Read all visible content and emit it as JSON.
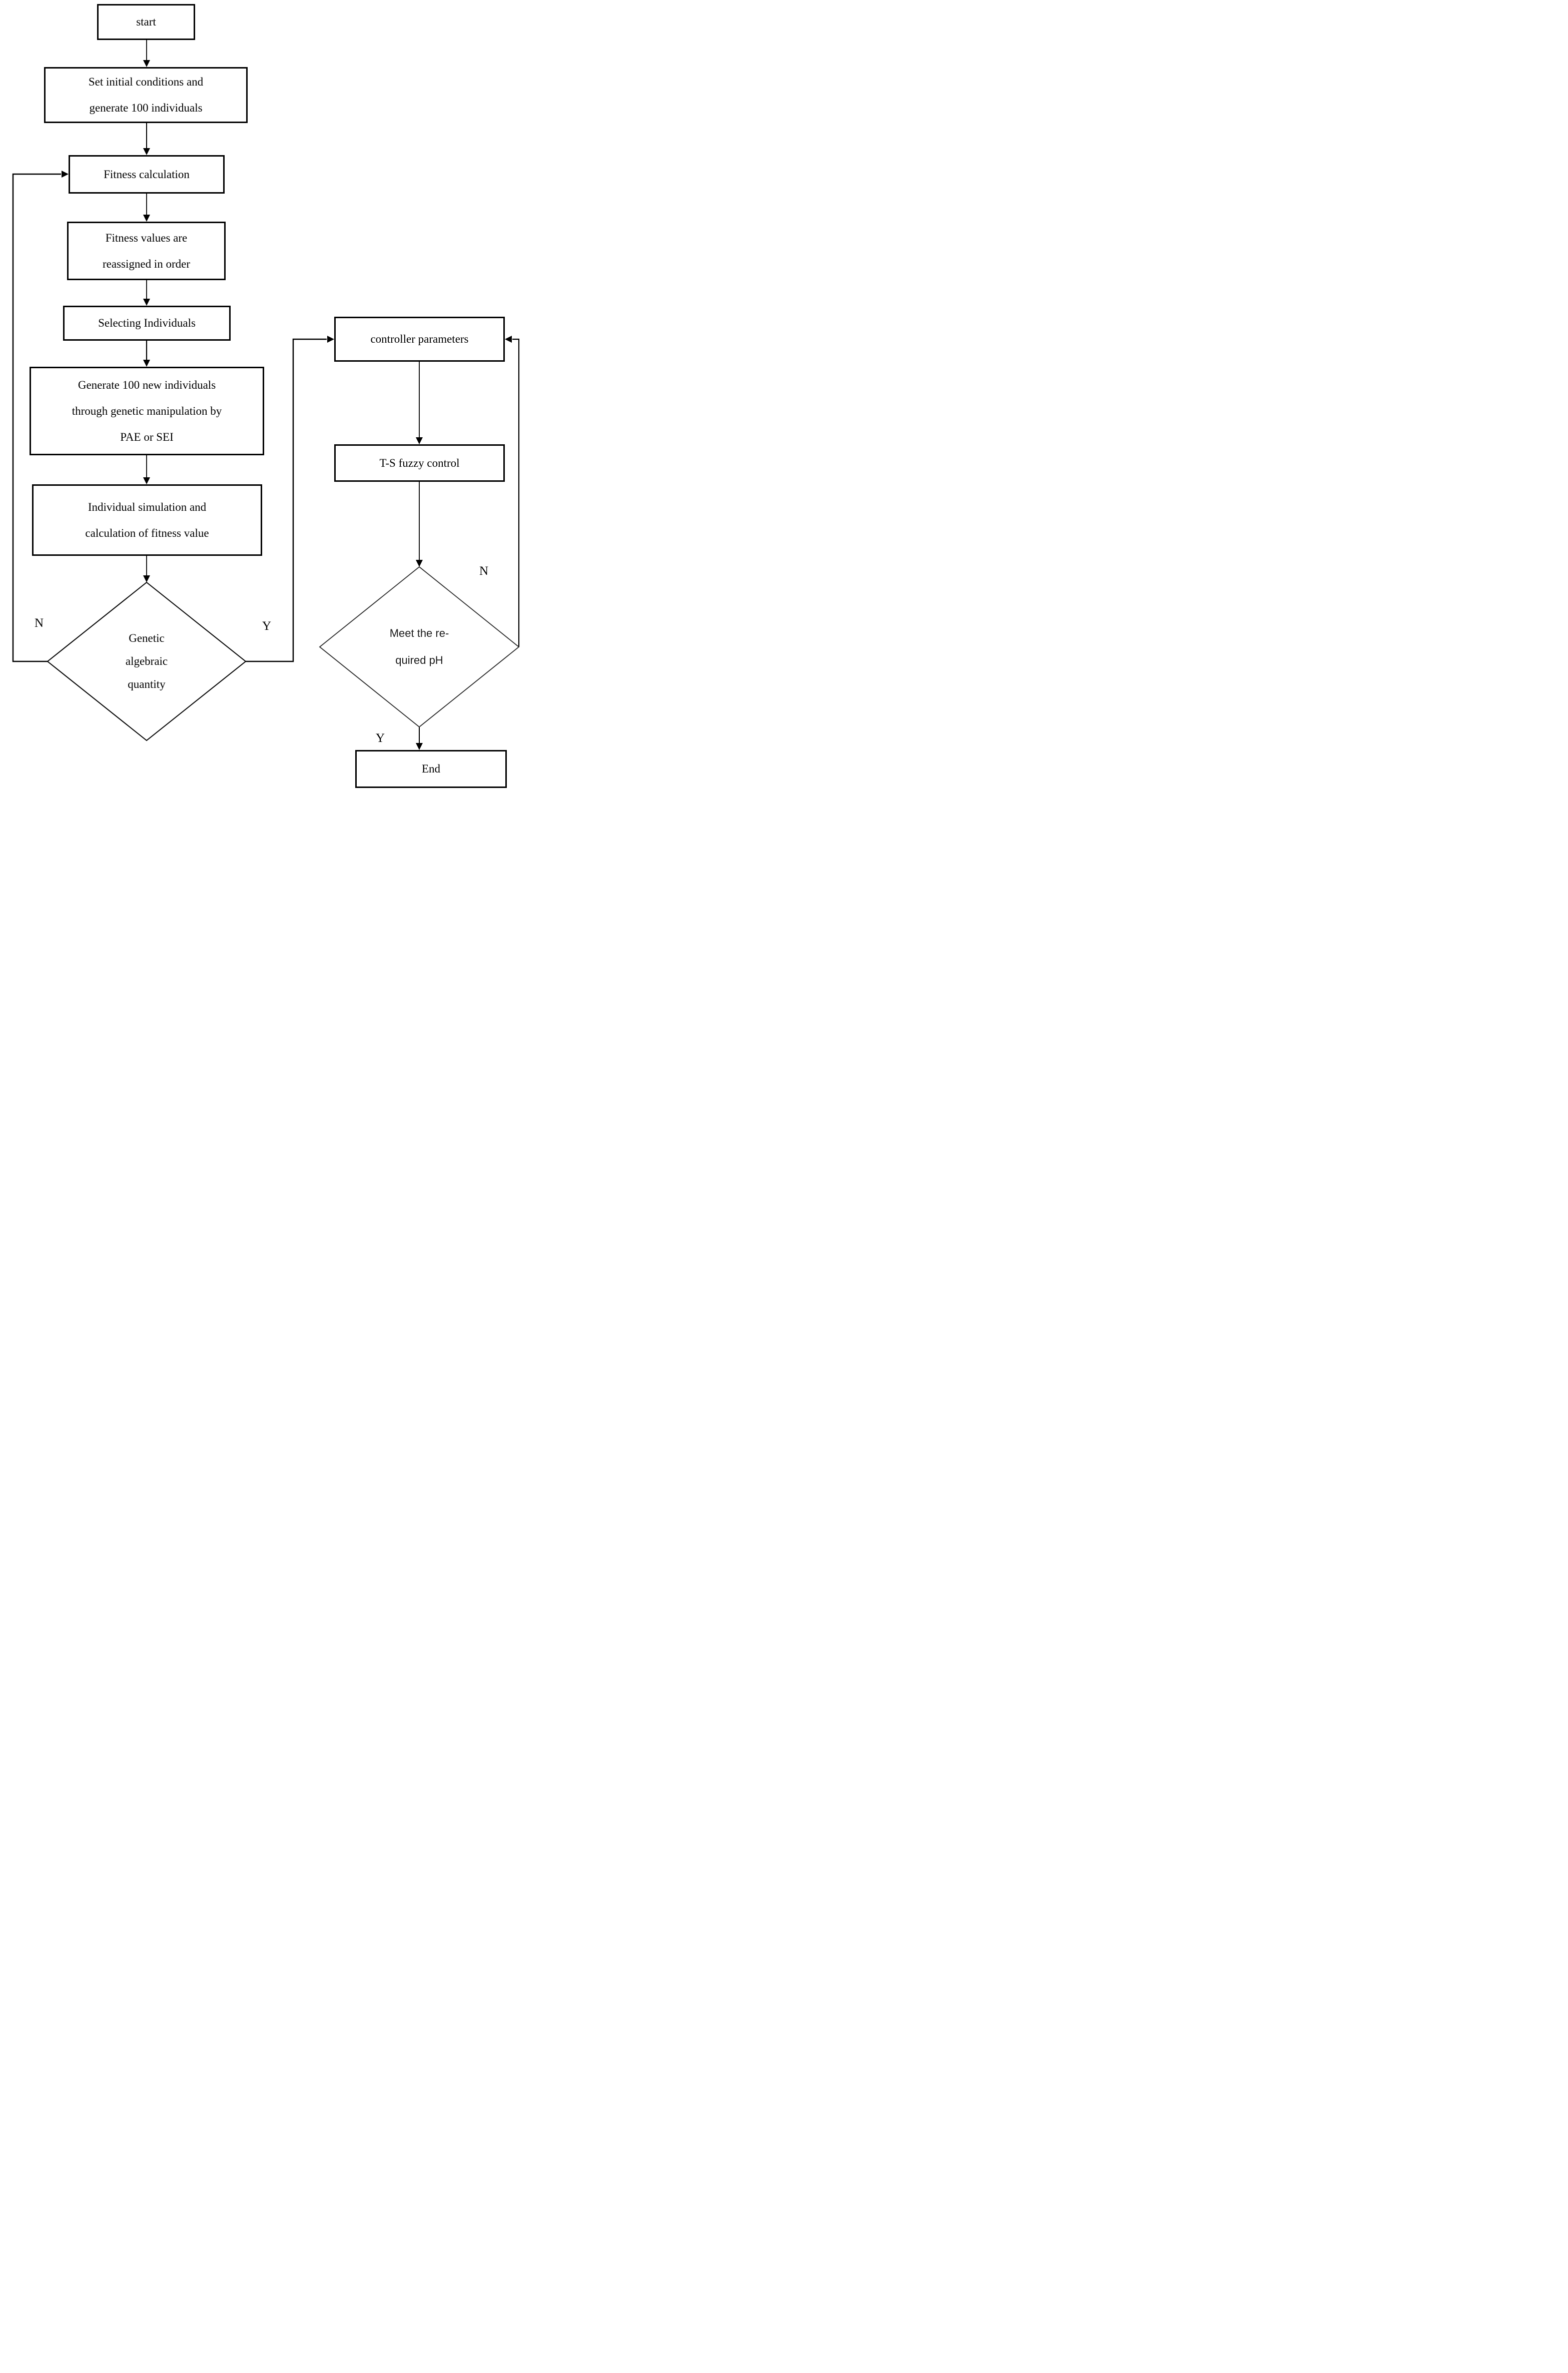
{
  "diagram": {
    "type": "flowchart",
    "colors": {
      "ink": "#000000",
      "background": "#ffffff"
    },
    "nodes": {
      "start": {
        "lines": [
          "start"
        ]
      },
      "init": {
        "lines": [
          "Set initial conditions and",
          "generate 100 individuals"
        ]
      },
      "fitness_calc": {
        "lines": [
          "Fitness calculation"
        ]
      },
      "fitness_values": {
        "lines": [
          "Fitness values are",
          "reassigned in order"
        ]
      },
      "selecting": {
        "lines": [
          "Selecting Individuals"
        ]
      },
      "generate": {
        "lines": [
          "Generate 100 new individuals",
          "through genetic manipulation by",
          "PAE or SEI"
        ]
      },
      "simulation": {
        "lines": [
          "Individual simulation and",
          "calculation of fitness value"
        ]
      },
      "genetic_decision": {
        "lines": [
          "Genetic",
          "algebraic",
          "quantity"
        ]
      },
      "controller": {
        "lines": [
          "controller parameters"
        ]
      },
      "fuzzy": {
        "lines": [
          "T-S fuzzy control"
        ]
      },
      "ph_decision": {
        "lines": [
          "Meet the re-",
          "quired pH"
        ]
      },
      "end": {
        "lines": [
          "End"
        ]
      }
    },
    "branch_labels": {
      "genetic_no": "N",
      "genetic_yes": "Y",
      "ph_no": "N",
      "ph_yes": "Y"
    }
  }
}
